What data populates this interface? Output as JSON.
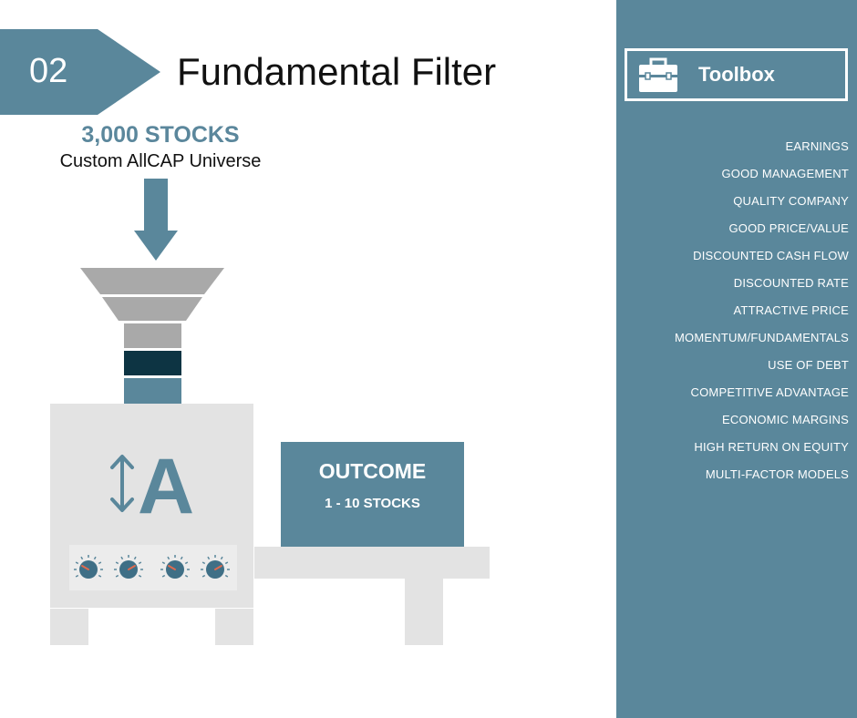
{
  "header": {
    "step_number": "02",
    "title": "Fundamental Filter"
  },
  "input": {
    "count_label": "3,000 STOCKS",
    "universe_label": "Custom AllCAP Universe"
  },
  "machine": {
    "grade_letter": "A",
    "dial_count": 4
  },
  "outcome": {
    "title": "OUTCOME",
    "subtitle": "1 - 10 STOCKS"
  },
  "toolbox": {
    "title": "Toolbox",
    "items": [
      "EARNINGS",
      "GOOD MANAGEMENT",
      "QUALITY COMPANY",
      "GOOD PRICE/VALUE",
      "DISCOUNTED CASH FLOW",
      "DISCOUNTED RATE",
      "ATTRACTIVE PRICE",
      "MOMENTUM/FUNDAMENTALS",
      "USE OF DEBT",
      "COMPETITIVE ADVANTAGE",
      "ECONOMIC MARGINS",
      "HIGH RETURN ON EQUITY",
      "MULTI-FACTOR MODELS"
    ]
  },
  "colors": {
    "accent": "#5a879b",
    "funnel_gray": "#a9a9a9",
    "funnel_dark": "#0d3443",
    "machine_gray": "#e3e3e3",
    "dial_needle": "#e06a4e"
  }
}
